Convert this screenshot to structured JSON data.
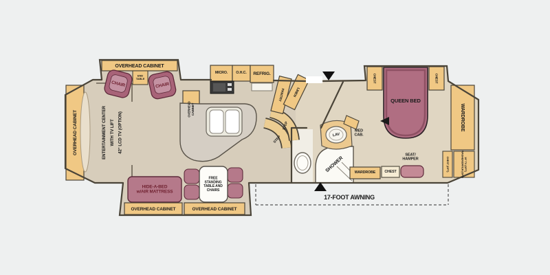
{
  "meta": {
    "type": "rv-fifth-wheel-floorplan"
  },
  "colors": {
    "background": "#eef0f0",
    "floor": "#d7cdbb",
    "floor_raised": "#e0d6c2",
    "cabinet": "#f0c884",
    "furniture": "#b5798a",
    "bed": "#b06e82",
    "accent_text": "#6e1f2e",
    "wall": "#4a4438",
    "fixture": "#fbfaf5"
  },
  "plan": {
    "living": {
      "overhead_cabinet_top": "OVERHEAD CABINET",
      "chair_left": "CHAIR",
      "chair_right": "CHAIR",
      "end_table": [
        "END",
        "TABLE"
      ],
      "overhead_cabinet_front": "OVERHEAD CABINET",
      "entertainment_center": [
        "ENTERTAINMENT CENTER",
        "WITH TV LIFT",
        "42\" LCD TV (OPTION)"
      ],
      "hide_a_bed": [
        "HIDE-A-BED",
        "w/AIR MATTRESS"
      ],
      "dinette": [
        "FREE",
        "STANDING",
        "TABLE AND",
        "CHAIRS"
      ],
      "overhead_cabinet_bottom_left": "OVERHEAD CABINET",
      "overhead_cabinet_bottom_right": "OVERHEAD CABINET"
    },
    "kitchen": {
      "overhead_cabinet_side": [
        "OVERHEAD",
        "CABINET"
      ],
      "micro": "MICRO.",
      "ohc": "O.H.C.",
      "refrig": "REFRIG.",
      "pantry": "PANTRY",
      "linen": "LINEN",
      "step_upper": "STEP",
      "step_lower": "STEP"
    },
    "bath": {
      "lav": "LAV",
      "med_cab": [
        "MED",
        "CAB."
      ],
      "shower": "SHOWER"
    },
    "bedroom": {
      "queen_bed": "QUEEN BED",
      "chest_left": "CHEST",
      "chest_right": "CHEST",
      "wardrobe_side": "WARDROBE",
      "wardrobe_bottom": "WARDROBE",
      "chest_bottom": "CHEST",
      "seat_hamper": [
        "SEAT/",
        "HAMPER"
      ],
      "corner_chest": "CHEST (OPT)",
      "corner_tv_washer": [
        "19\" TV (OPT)",
        "WASHER/DRYER (OPT)"
      ]
    },
    "exterior": {
      "awning": "17-FOOT AWNING"
    }
  }
}
